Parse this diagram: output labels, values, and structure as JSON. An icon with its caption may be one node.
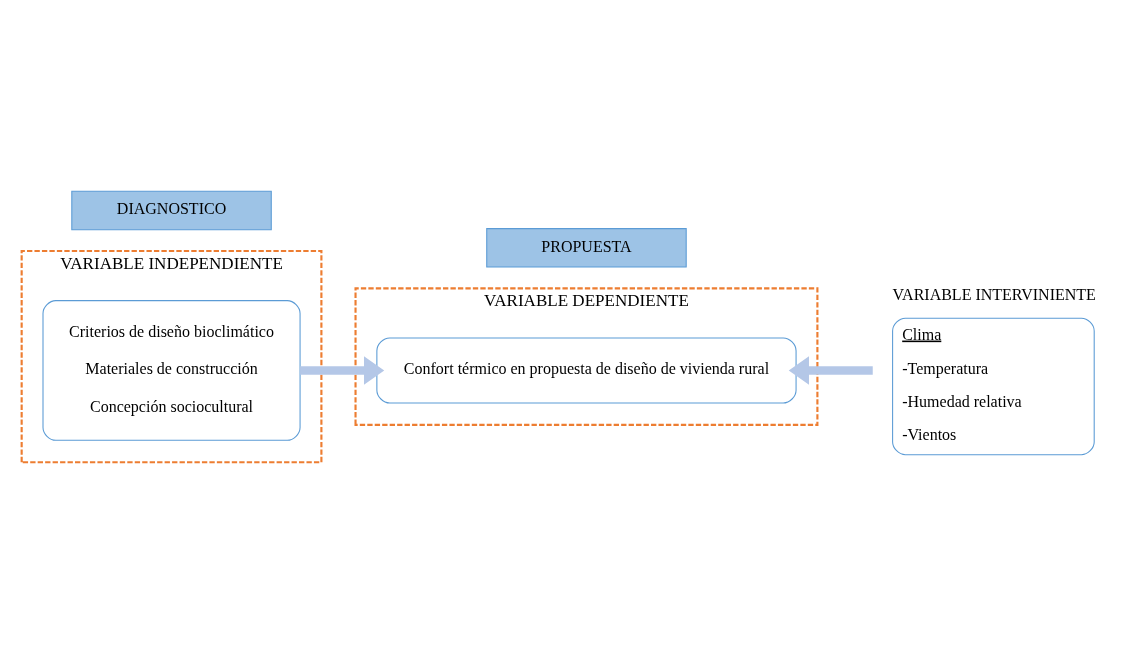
{
  "diagram": {
    "nodes": [
      {
        "text": [
          "VARIABLE INDEPENDIENTE"
        ]
      },
      {
        "text": [
          "Criterios de diseño bioclimático",
          "Materiales de construcción",
          "Concepción sociocultural"
        ],
        "in": 0
      },
      {
        "text": [
          "VARIABLE DEPENDIENTE"
        ]
      },
      {
        "text": [
          "Confort térmico en propuesta de diseño de vivienda rural"
        ],
        "in": 2
      },
      {
        "text": [
          "VARIABLE INTERVINIENTE",
          "Clima",
          "-Temperatura",
          "-Humedad relativa",
          "-Vientos"
        ]
      },
      {
        "text": [
          "DIAGNOSTICO"
        ]
      },
      {
        "text": [
          "PROPUESTA"
        ]
      }
    ],
    "edges": [
      {
        "from": 1,
        "to": 3,
        "arrow": "to"
      },
      {
        "from": 4,
        "to": 3,
        "arrow": "to"
      }
    ]
  }
}
